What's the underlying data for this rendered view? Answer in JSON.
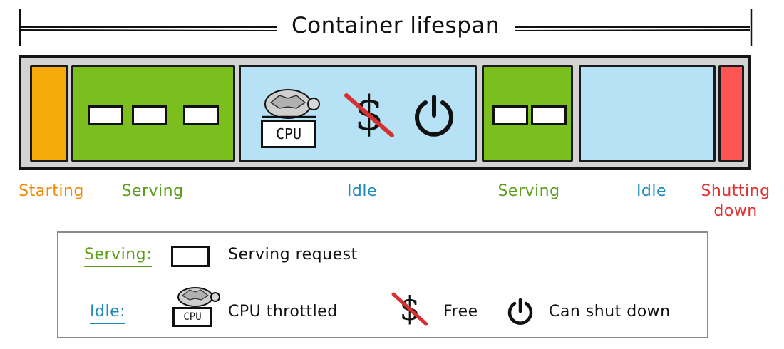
{
  "header": {
    "title": "Container lifespan"
  },
  "phases": [
    {
      "label": "Starting",
      "color": "#f08a00"
    },
    {
      "label": "Serving",
      "color": "#5a9e1a"
    },
    {
      "label": "Idle",
      "color": "#1e8bbf"
    },
    {
      "label": "Serving",
      "color": "#5a9e1a"
    },
    {
      "label": "Idle",
      "color": "#1e8bbf"
    },
    {
      "label": "Shutting",
      "label2": "down",
      "color": "#e23030"
    }
  ],
  "fills": {
    "starting": "#f5a90a",
    "serving": "#7bbf1e",
    "idle": "#b7e2f5",
    "shutting": "#ff5555"
  },
  "icons": {
    "cpu_text": "CPU",
    "dollar": "$"
  },
  "legend": {
    "serving_key": "Serving:",
    "serving_desc": "Serving request",
    "idle_key": "Idle:",
    "cpu_text": "CPU",
    "cpu_desc": "CPU throttled",
    "free_desc": "Free",
    "shutdown_desc": "Can shut down"
  }
}
